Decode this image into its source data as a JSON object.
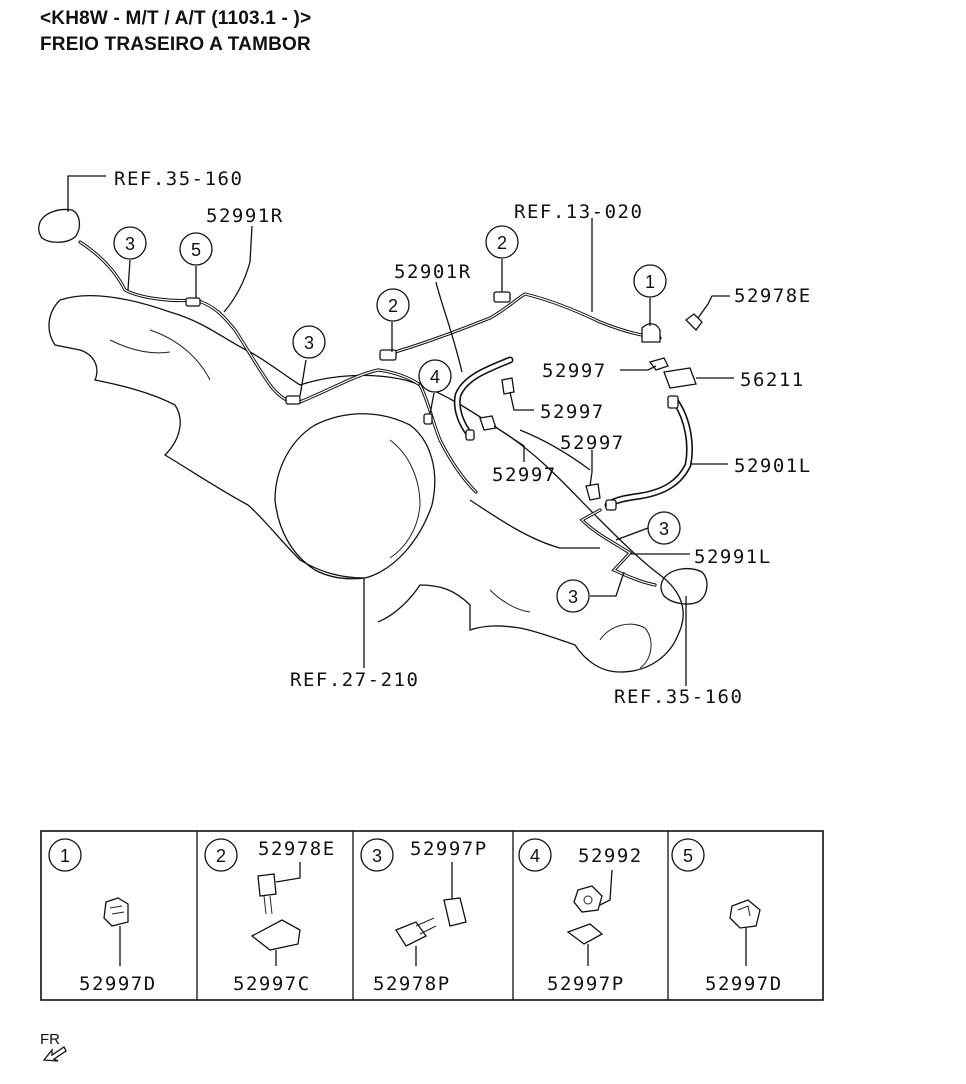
{
  "header": {
    "line1": "<KH8W - M/T / A/T (1103.1 - )>",
    "line2": "FREIO TRASEIRO A TAMBOR"
  },
  "diagram": {
    "refs": {
      "ref_top_left": "REF.35-160",
      "ref_top_right": "REF.13-020",
      "ref_bottom_center": "REF.27-210",
      "ref_bottom_right": "REF.35-160"
    },
    "part_labels": {
      "p52991R": "52991R",
      "p52901R": "52901R",
      "p52978E": "52978E",
      "p52997_a": "52997",
      "p56211": "56211",
      "p52997_b": "52997",
      "p52997_c": "52997",
      "p52997_d": "52997",
      "p52901L": "52901L",
      "p52991L": "52991L"
    },
    "callouts": {
      "c3_top": "3",
      "c5_top": "5",
      "c3_mid": "3",
      "c2_left": "2",
      "c4": "4",
      "c2_right": "2",
      "c1": "1",
      "c3_right": "3",
      "c3_bottom": "3"
    }
  },
  "legend": {
    "cells": [
      {
        "num": "1",
        "top_label": "",
        "bottom_label": "52997D"
      },
      {
        "num": "2",
        "top_label": "52978E",
        "bottom_label": "52997C"
      },
      {
        "num": "3",
        "top_label": "52997P",
        "bottom_label": "52978P"
      },
      {
        "num": "4",
        "top_label": "52992",
        "bottom_label": "52997P"
      },
      {
        "num": "5",
        "top_label": "",
        "bottom_label": "52997D"
      }
    ]
  },
  "fr_label": "FR",
  "icons": [
    "front-arrow-icon"
  ]
}
